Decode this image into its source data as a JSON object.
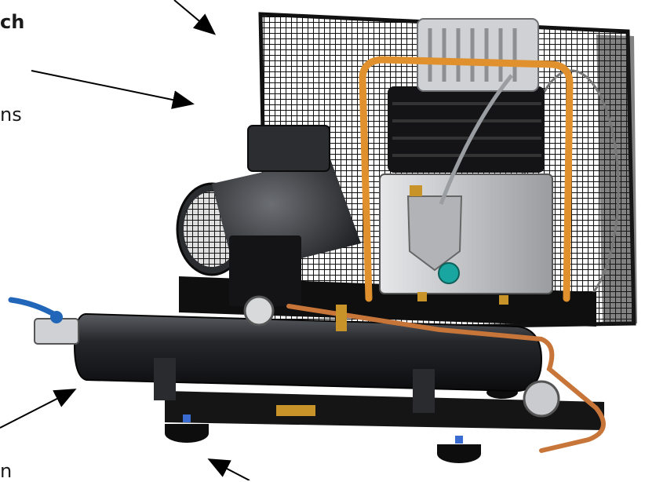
{
  "labels": {
    "top_fragment": "ch",
    "middle_fragment": "ns",
    "bottom_fragment": "n"
  },
  "colors": {
    "tank": "#1c1d20",
    "pipe": "#e0902c",
    "copper": "#c8753a",
    "frame": "#111111",
    "cylinder": "#c7c9cc",
    "valve_handle": "#2166b8",
    "indicator": "#1aa6a0"
  }
}
